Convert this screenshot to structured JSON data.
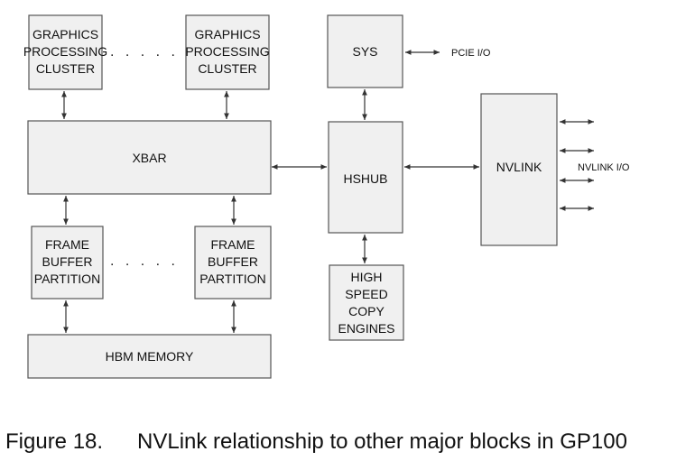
{
  "blocks": {
    "gpc_left": [
      "GRAPHICS",
      "PROCESSING",
      "CLUSTER"
    ],
    "gpc_right": [
      "GRAPHICS",
      "PROCESSING",
      "CLUSTER"
    ],
    "gpc_ellipsis": ". . . . .",
    "xbar": "XBAR",
    "fbp_left": [
      "FRAME",
      "BUFFER",
      "PARTITION"
    ],
    "fbp_right": [
      "FRAME",
      "BUFFER",
      "PARTITION"
    ],
    "fbp_ellipsis": ". . . . .",
    "hbm": "HBM MEMORY",
    "sys": "SYS",
    "hshub": "HSHUB",
    "copy_engines": [
      "HIGH",
      "SPEED",
      "COPY",
      "ENGINES"
    ],
    "nvlink": "NVLINK"
  },
  "io_labels": {
    "pcie": "PCIE I/O",
    "nvlink": "NVLINK I/O"
  },
  "caption": {
    "number": "Figure 18.",
    "text": "NVLink relationship to other major blocks in GP100"
  },
  "colors": {
    "block_fill": "#f0f0f0",
    "block_border": "#555555",
    "connector": "#333333"
  }
}
